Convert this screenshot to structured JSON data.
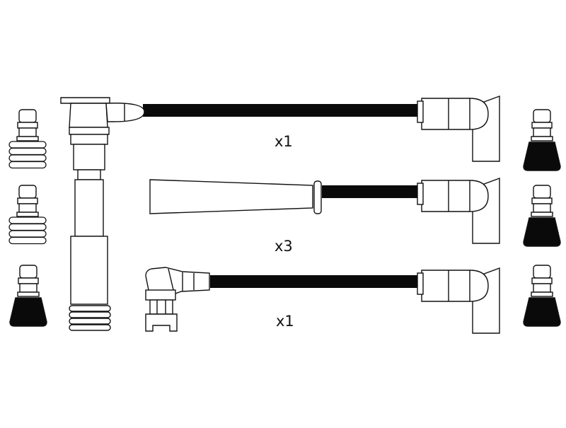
{
  "diagram": {
    "colors": {
      "outline": "#111111",
      "cable": "#0a0a0a",
      "boot_fill": "#ffffff",
      "boot_black": "#0a0a0a",
      "background": "#ffffff"
    },
    "cables": [
      {
        "id": "cable-1",
        "quantity_label": "x1",
        "start_connector": "coil-tower-boot"
      },
      {
        "id": "cable-2",
        "quantity_label": "x3",
        "start_connector": "straight-tapered-boot"
      },
      {
        "id": "cable-3",
        "quantity_label": "x1",
        "start_connector": "right-angle-clip-boot"
      }
    ],
    "end_connector": "right-angle-plug-boot",
    "left_inserts": [
      "ribbed-white-sleeve",
      "ribbed-white-sleeve",
      "black-sleeve"
    ],
    "right_inserts": [
      "black-sleeve",
      "black-sleeve",
      "black-sleeve"
    ]
  }
}
